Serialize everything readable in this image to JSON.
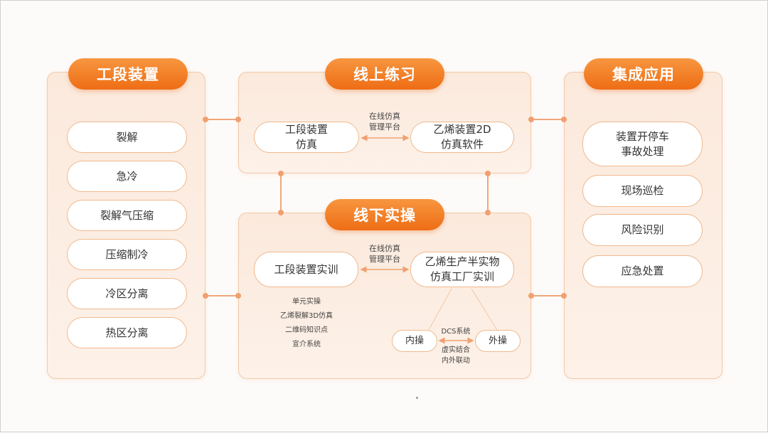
{
  "left": {
    "title": "工段装置",
    "items": [
      "裂解",
      "急冷",
      "裂解气压缩",
      "压缩制冷",
      "冷区分离",
      "热区分离"
    ]
  },
  "online": {
    "title": "线上练习",
    "node_a": [
      "工段装置",
      "仿真"
    ],
    "node_b": [
      "乙烯装置2D",
      "仿真软件"
    ],
    "link_label": [
      "在线仿真",
      "管理平台"
    ]
  },
  "offline": {
    "title": "线下实操",
    "node_a": "工段装置实训",
    "node_b": [
      "乙烯生产半实物",
      "仿真工厂实训"
    ],
    "link_label": [
      "在线仿真",
      "管理平台"
    ],
    "list": [
      "单元实操",
      "乙烯裂解3D仿真",
      "二维码知识点",
      "宣介系统"
    ],
    "inner": "内操",
    "outer": "外操",
    "dcs_label": "DCS系统",
    "dcs_sub": [
      "虚实结合",
      "内外联动"
    ]
  },
  "right": {
    "title": "集成应用",
    "items": [
      [
        "装置开停车",
        "事故处理"
      ],
      "现场巡检",
      "风险识别",
      "应急处置"
    ]
  },
  "colors": {
    "accent": "#ee6d15",
    "line": "#f0a77a"
  }
}
